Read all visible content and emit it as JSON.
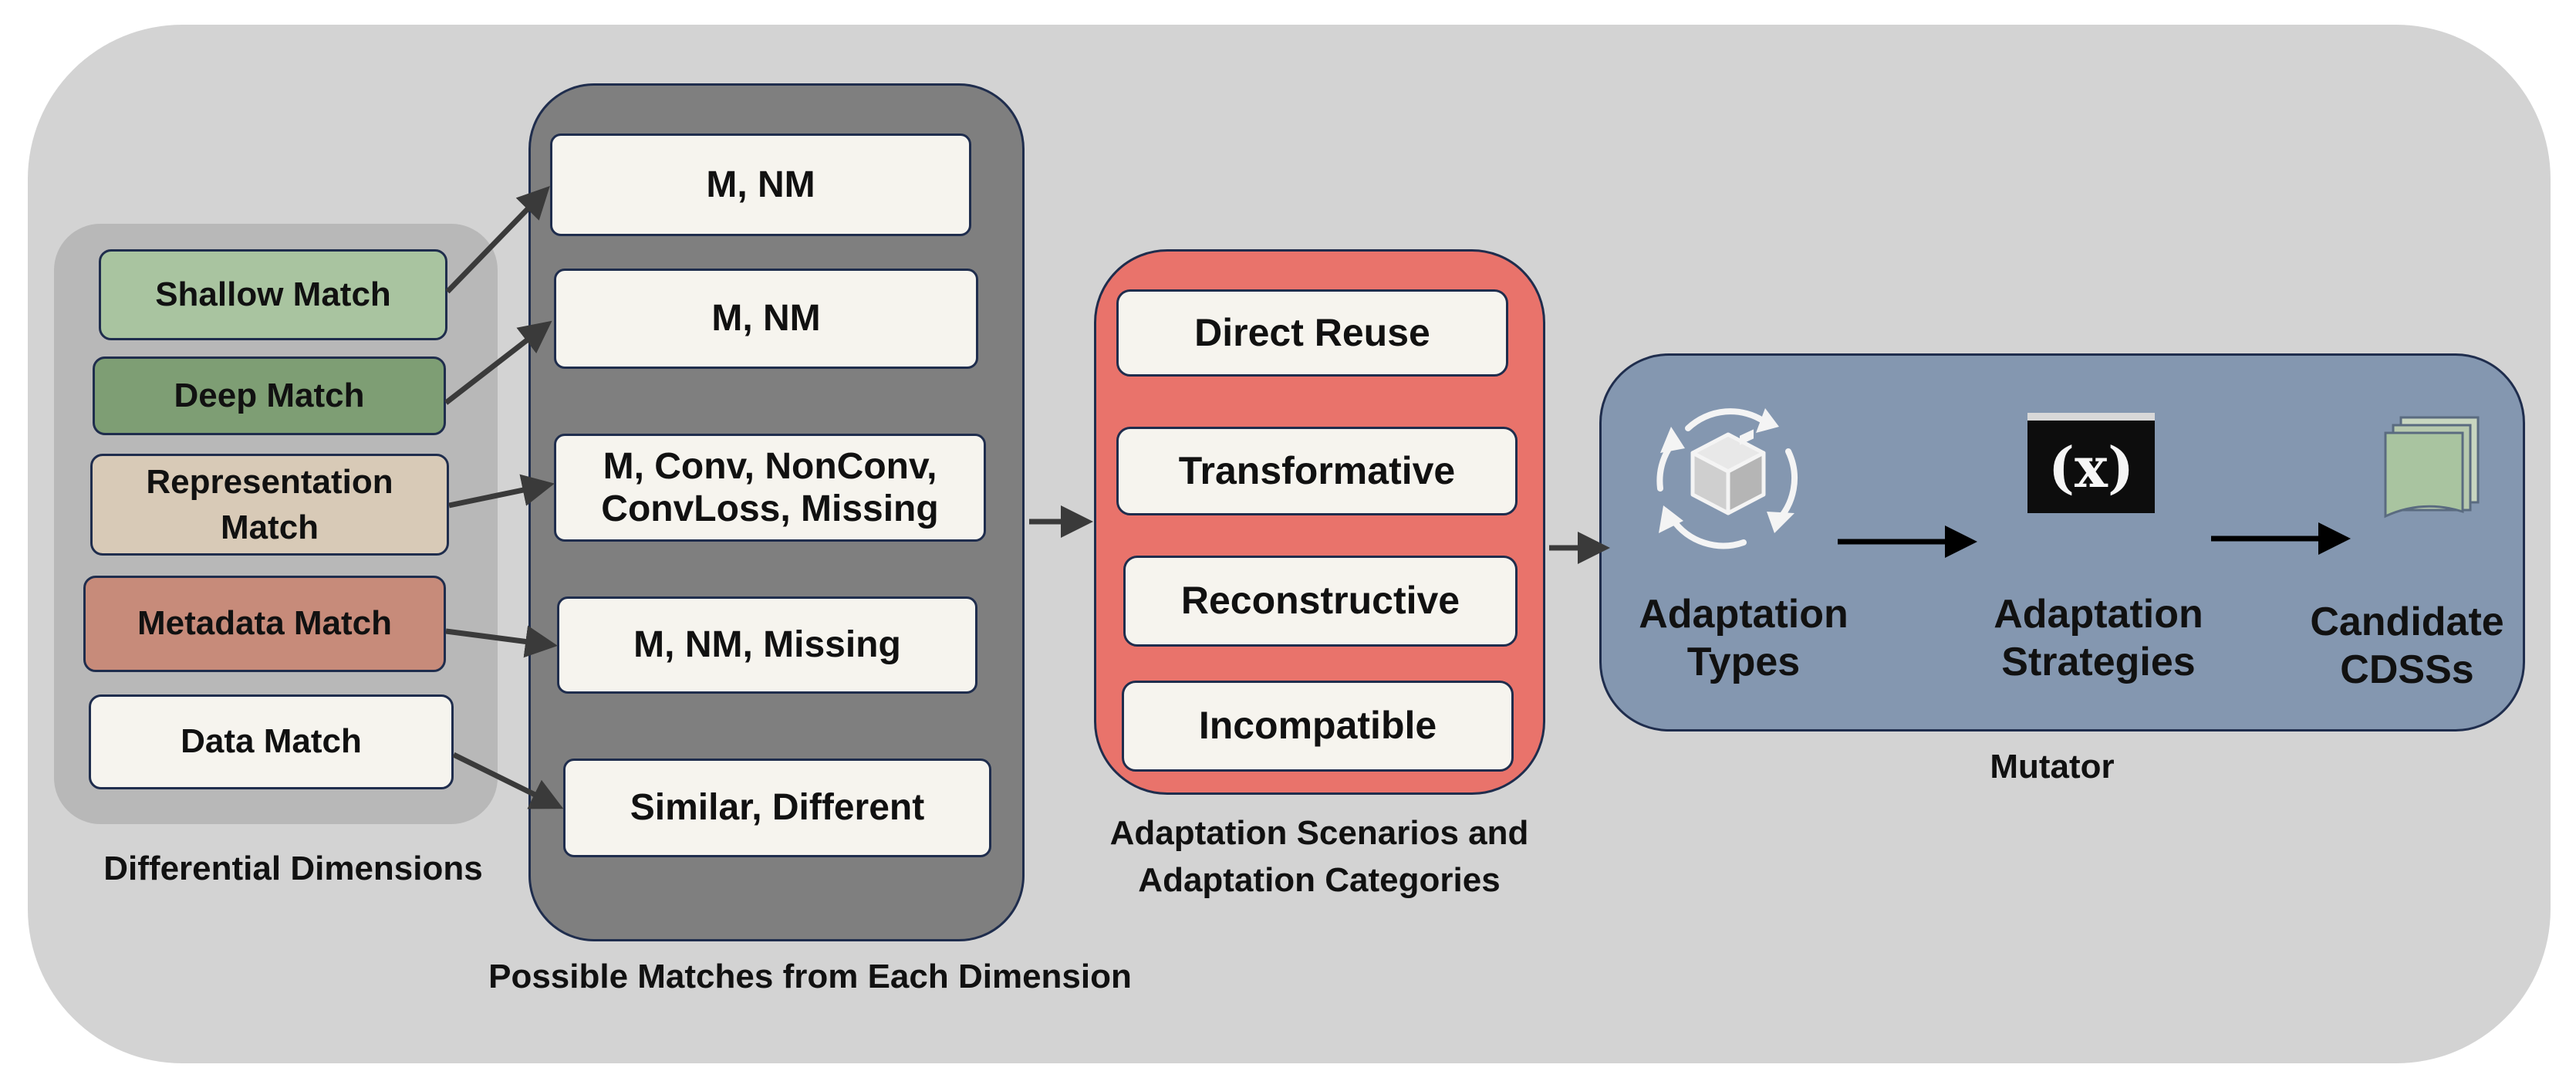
{
  "differential": {
    "caption": "Differential Dimensions",
    "items": [
      {
        "label": "Shallow Match",
        "color": "#a9c4a0"
      },
      {
        "label": "Deep Match",
        "color": "#7e9e74"
      },
      {
        "label": "Representation Match",
        "color": "#d8cab7"
      },
      {
        "label": "Metadata Match",
        "color": "#c78b7a"
      },
      {
        "label": "Data Match",
        "color": "#f6f4ee"
      }
    ]
  },
  "matches": {
    "caption": "Possible Matches from Each Dimension",
    "items": [
      {
        "label": "M, NM"
      },
      {
        "label": "M, NM"
      },
      {
        "label": "M, Conv, NonConv, ConvLoss, Missing"
      },
      {
        "label": "M, NM, Missing"
      },
      {
        "label": "Similar, Different"
      }
    ]
  },
  "scenarios": {
    "caption_line1": "Adaptation Scenarios and",
    "caption_line2": "Adaptation Categories",
    "items": [
      {
        "label": "Direct Reuse"
      },
      {
        "label": "Transformative"
      },
      {
        "label": "Reconstructive"
      },
      {
        "label": "Incompatible"
      }
    ]
  },
  "mutator": {
    "caption": "Mutator",
    "steps": [
      {
        "line1": "Adaptation",
        "line2": "Types",
        "icon": "package-cycle-icon"
      },
      {
        "line1": "Adaptation",
        "line2": "Strategies",
        "icon": "function-x-icon",
        "icon_text": "(x)"
      },
      {
        "line1": "Candidate",
        "line2": "CDSSs",
        "icon": "document-stack-icon"
      }
    ]
  },
  "colors": {
    "background": "#d3d3d3",
    "dimensions_panel": "#b8b8b8",
    "matches_panel": "#7f7f7f",
    "scenarios_panel": "#e9736b",
    "mutator_panel": "#8497b0",
    "border": "#1f2d4d"
  }
}
